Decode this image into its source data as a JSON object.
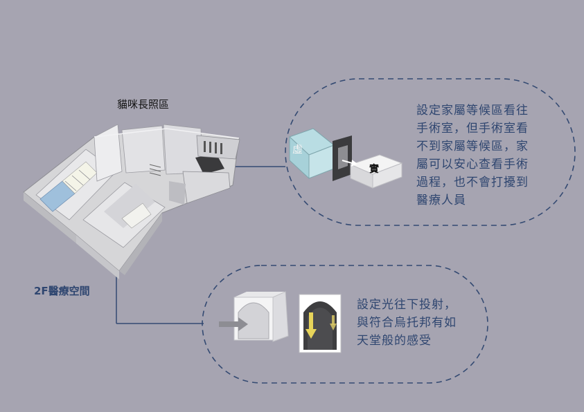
{
  "labels": {
    "top_title": "貓咪長照區",
    "bottom_title": "2F醫療空間"
  },
  "callout_top": {
    "virtual_label": "虛",
    "real_label": "實",
    "text": "設定家屬等候區看往\n手術室，但手術室看\n不到家屬等候區，家\n屬可以安心查看手術\n過程，也不會打擾到\n醫療人員"
  },
  "callout_bottom": {
    "text": "設定光往下投射，\n與符合烏托邦有如\n天堂般的感受"
  },
  "colors": {
    "background": "#a6a4b1",
    "text_blue": "#2f4670",
    "dash": "#344a72",
    "arrow_yellow": "#e7d45a"
  }
}
